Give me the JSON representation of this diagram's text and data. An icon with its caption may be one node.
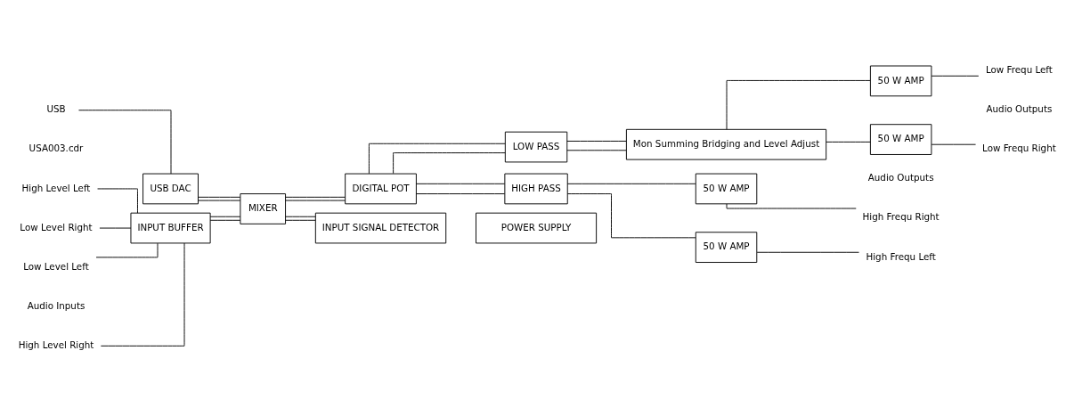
{
  "diagram": {
    "nodes": [
      {
        "text": [
          "High Level Right"
        ]
      },
      {
        "text": [
          "High Level Left"
        ]
      },
      {
        "text": [
          "Low Level Right"
        ]
      },
      {
        "text": [
          "Low Level Left"
        ]
      },
      {
        "text": [
          "INPUT BUFFER"
        ]
      },
      {
        "text": [
          "USB"
        ]
      },
      {
        "text": [
          "USB DAC"
        ]
      },
      {
        "text": [
          "MIXER"
        ]
      },
      {
        "text": [
          "DIGITAL POT"
        ]
      },
      {
        "text": [
          "INPUT SIGNAL DETECTOR"
        ]
      },
      {
        "text": [
          "HIGH PASS"
        ]
      },
      {
        "text": [
          "LOW PASS"
        ]
      },
      {
        "text": [
          "Mon Summing Bridging and Level Adjust"
        ]
      },
      {
        "text": [
          "50 W AMP"
        ]
      },
      {
        "text": [
          "50 W AMP"
        ]
      },
      {
        "text": [
          "High Frequ Right"
        ]
      },
      {
        "text": [
          "High Frequ Left"
        ]
      },
      {
        "text": [
          "50 W AMP"
        ]
      },
      {
        "text": [
          "50 W AMP"
        ]
      },
      {
        "text": [
          "Low Frequ Right"
        ]
      },
      {
        "text": [
          "Low Frequ Left"
        ]
      },
      {
        "text": [
          "POWER SUPPLY"
        ]
      }
    ],
    "edges": [
      {
        "from": 0,
        "to": 4,
        "arrow": "none"
      },
      {
        "from": 1,
        "to": 4,
        "arrow": "none"
      },
      {
        "from": 2,
        "to": 4,
        "arrow": "none"
      },
      {
        "from": 3,
        "to": 4,
        "arrow": "none"
      },
      {
        "from": 5,
        "to": 6,
        "arrow": "none"
      },
      {
        "from": 4,
        "to": 7,
        "arrow": "none"
      },
      {
        "from": 4,
        "to": 7,
        "arrow": "none"
      },
      {
        "from": 6,
        "to": 7,
        "arrow": "none"
      },
      {
        "from": 6,
        "to": 7,
        "arrow": "none"
      },
      {
        "from": 7,
        "to": 8,
        "arrow": "none"
      },
      {
        "from": 7,
        "to": 8,
        "arrow": "none"
      },
      {
        "from": 7,
        "to": 9,
        "arrow": "none"
      },
      {
        "from": 7,
        "to": 9,
        "arrow": "none"
      },
      {
        "from": 8,
        "to": 10,
        "arrow": "none"
      },
      {
        "from": 8,
        "to": 10,
        "arrow": "none"
      },
      {
        "from": 8,
        "to": 11,
        "arrow": "none"
      },
      {
        "from": 8,
        "to": 11,
        "arrow": "none"
      },
      {
        "from": 10,
        "to": 13,
        "arrow": "none"
      },
      {
        "from": 10,
        "to": 14,
        "arrow": "none"
      },
      {
        "from": 11,
        "to": 12,
        "arrow": "none"
      },
      {
        "from": 11,
        "to": 12,
        "arrow": "none"
      },
      {
        "from": 12,
        "to": 17,
        "arrow": "none"
      },
      {
        "from": 12,
        "to": 18,
        "arrow": "none"
      },
      {
        "from": 13,
        "to": 15,
        "arrow": "none"
      },
      {
        "from": 14,
        "to": 16,
        "arrow": "none"
      },
      {
        "from": 17,
        "to": 19,
        "arrow": "none"
      },
      {
        "from": 18,
        "to": 20,
        "arrow": "none"
      }
    ],
    "labels": [
      "Audio Inputs",
      "Audio Outputs",
      "Audio Outputs",
      "USA003.cdr"
    ]
  }
}
